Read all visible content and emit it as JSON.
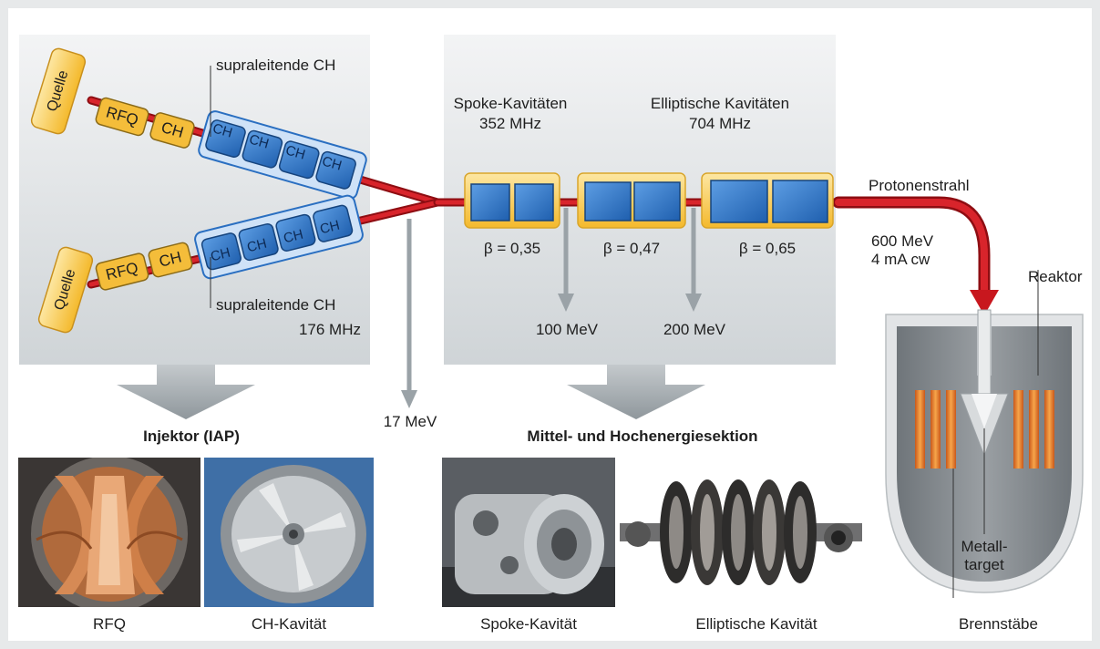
{
  "colors": {
    "beam_red": "#c8171e",
    "panel_grey": "#d6dadd",
    "module_yellow": "#f7c33e",
    "cavity_blue": "#2a6fc1",
    "arrow_grey": "#9aa2a7",
    "reactor_grey": "#7c8186",
    "fuel_orange": "#e8822c"
  },
  "icons": {
    "spoke_photo": "spoke-cavity-photo",
    "elliptic_photo": "elliptical-cavity-photo",
    "rfq_photo": "rfq-photo",
    "ch_photo": "ch-cavity-photo"
  },
  "injector": {
    "source_label": "Quelle",
    "rfq_label": "RFQ",
    "ch_label": "CH",
    "sc_ch_label_top": "supraleitende CH",
    "sc_ch_label_bottom": "supraleitende CH",
    "frequency": "176 MHz",
    "cavity_label": "CH",
    "title": "Injektor (IAP)",
    "photo_rfq_caption": "RFQ",
    "photo_ch_caption": "CH-Kavität"
  },
  "linac": {
    "spoke_title": "Spoke-Kavitäten",
    "spoke_freq": "352 MHz",
    "elliptic_title": "Elliptische Kavitäten",
    "elliptic_freq": "704 MHz",
    "beta_1": "β = 0,35",
    "beta_2": "β = 0,47",
    "beta_3": "β = 0,65",
    "energy_100": "100 MeV",
    "energy_200": "200 MeV",
    "energy_17": "17 MeV",
    "section_title": "Mittel- und Hochenergiesektion",
    "photo_spoke_caption": "Spoke-Kavität",
    "photo_elliptic_caption": "Elliptische Kavität"
  },
  "beam": {
    "label": "Protonenstrahl",
    "energy": "600 MeV",
    "current": "4 mA cw"
  },
  "reactor": {
    "label": "Reaktor",
    "target_line1": "Metall-",
    "target_line2": "target",
    "fuel_label": "Brennstäbe"
  }
}
